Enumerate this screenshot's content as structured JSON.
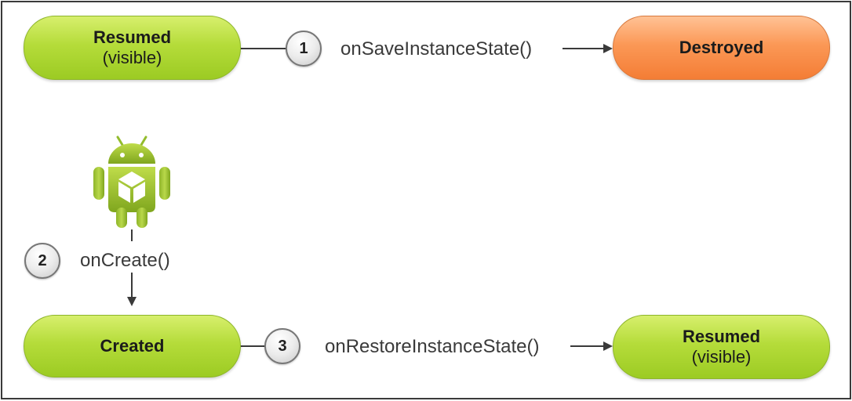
{
  "states": {
    "resumed_top": {
      "title": "Resumed",
      "sub": "(visible)",
      "color": "#9ccb23"
    },
    "destroyed": {
      "title": "Destroyed",
      "color": "#f47d35"
    },
    "created": {
      "title": "Created",
      "color": "#9ccb23"
    },
    "resumed_bottom": {
      "title": "Resumed",
      "sub": "(visible)",
      "color": "#9ccb23"
    }
  },
  "steps": [
    {
      "number": "1",
      "callback": "onSaveInstanceState()"
    },
    {
      "number": "2",
      "callback": "onCreate()"
    },
    {
      "number": "3",
      "callback": "onRestoreInstanceState()"
    }
  ],
  "icons": {
    "android": "android-robot-icon"
  },
  "colors": {
    "android_green": "#a4c639",
    "connector": "#3a3a3a"
  }
}
